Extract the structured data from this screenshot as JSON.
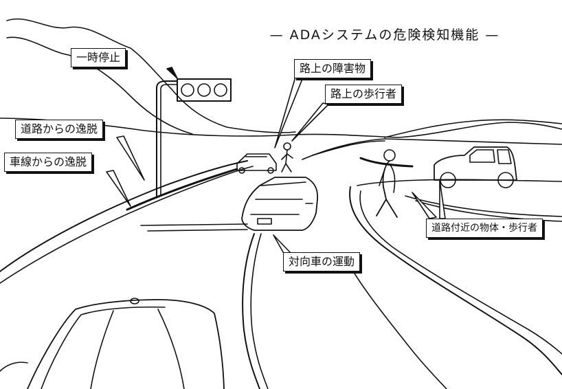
{
  "title": "— ADAシステムの危険検知機能 —",
  "labels": {
    "stop": "一時停止",
    "road_obstacle": "路上の障害物",
    "road_pedestrian": "路上の歩行者",
    "road_departure": "道路からの逸脱",
    "lane_departure": "車線からの逸脱",
    "roadside": "道路付近の物体・歩行者",
    "oncoming": "対向車の運動"
  },
  "colors": {
    "ink": "#111111",
    "paper": "#ffffff"
  },
  "icons": [
    "traffic-light-icon",
    "car-icon",
    "pedestrian-icon"
  ]
}
